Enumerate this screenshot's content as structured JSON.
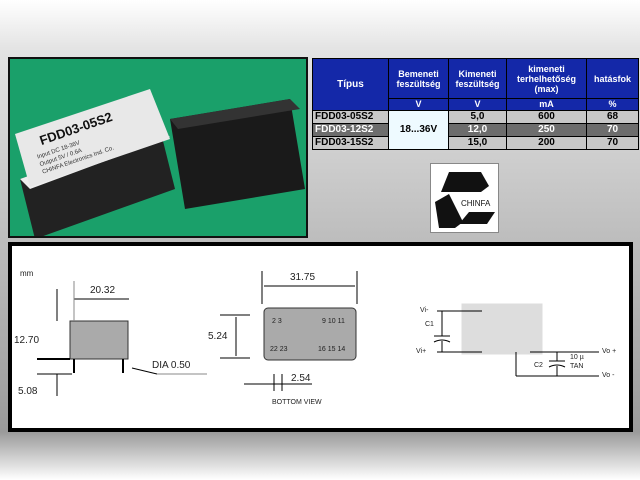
{
  "photo": {
    "marking": "FDD03-05S2",
    "lines": [
      "Input DC 18-36V",
      "Output 5V / 0.6A",
      "CHINFA Electronics Ind. Co."
    ]
  },
  "table": {
    "headers": [
      "Típus",
      "Bemeneti feszültség",
      "Kimeneti feszültség",
      "kimeneti terhelhetőség (max)",
      "hatásfok"
    ],
    "units": [
      "",
      "V",
      "V",
      "mA",
      "%"
    ],
    "input_voltage": "18...36V",
    "rows": [
      {
        "type": "FDD03-05S2",
        "vout": "5,0",
        "imax": "600",
        "eff": "68"
      },
      {
        "type": "FDD03-12S2",
        "vout": "12,0",
        "imax": "250",
        "eff": "70"
      },
      {
        "type": "FDD03-15S2",
        "vout": "15,0",
        "imax": "200",
        "eff": "70"
      }
    ],
    "colors": {
      "header": "#1428a8",
      "row_light": "#c8c8c8",
      "row_dark": "#6d6d6d"
    }
  },
  "logo": {
    "text": "CHINFA"
  },
  "drawing": {
    "unit": "mm",
    "width": "20.32",
    "height": "12.70",
    "pin_length": "5.08",
    "pin_dia": "DIA 0.50",
    "length": "31.75",
    "pin_row_spacing": "5.24",
    "pin_pitch": "2.54",
    "view": "BOTTOM VIEW",
    "pins": [
      "2 3",
      "9 10 11",
      "22 23",
      "16 15 14"
    ],
    "circuit": {
      "vin_neg": "Vi-",
      "vin_pos": "Vi+",
      "c1": "C1",
      "c2": "C2",
      "c2_value": "10 µ",
      "c2_type": "TAN",
      "vout_pos": "Vo +",
      "vout_neg": "Vo -"
    }
  }
}
